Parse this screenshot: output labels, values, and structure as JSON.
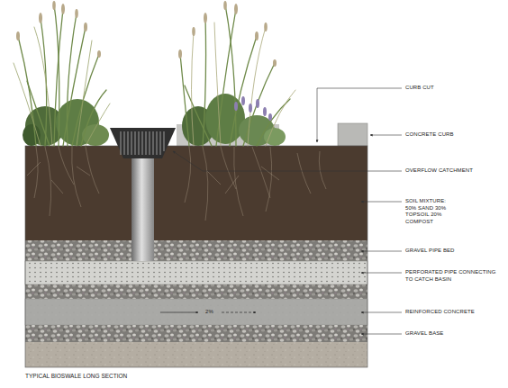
{
  "diagram": {
    "caption": "TYPICAL BIOSWALE LONG SECTION",
    "labels": [
      "CURB CUT",
      "CONCRETE CURB",
      "OVERFLOW CATCHMENT",
      "SOIL MIXTURE: 50% SAND 30% TOPSOIL 20% COMPOST",
      "GRAVEL PIPE BED",
      "PERFORATED PIPE CONNECTING TO CATCH BASIN",
      "2%",
      "REINFORCED CONCRETE",
      "GRAVEL BASE"
    ]
  }
}
